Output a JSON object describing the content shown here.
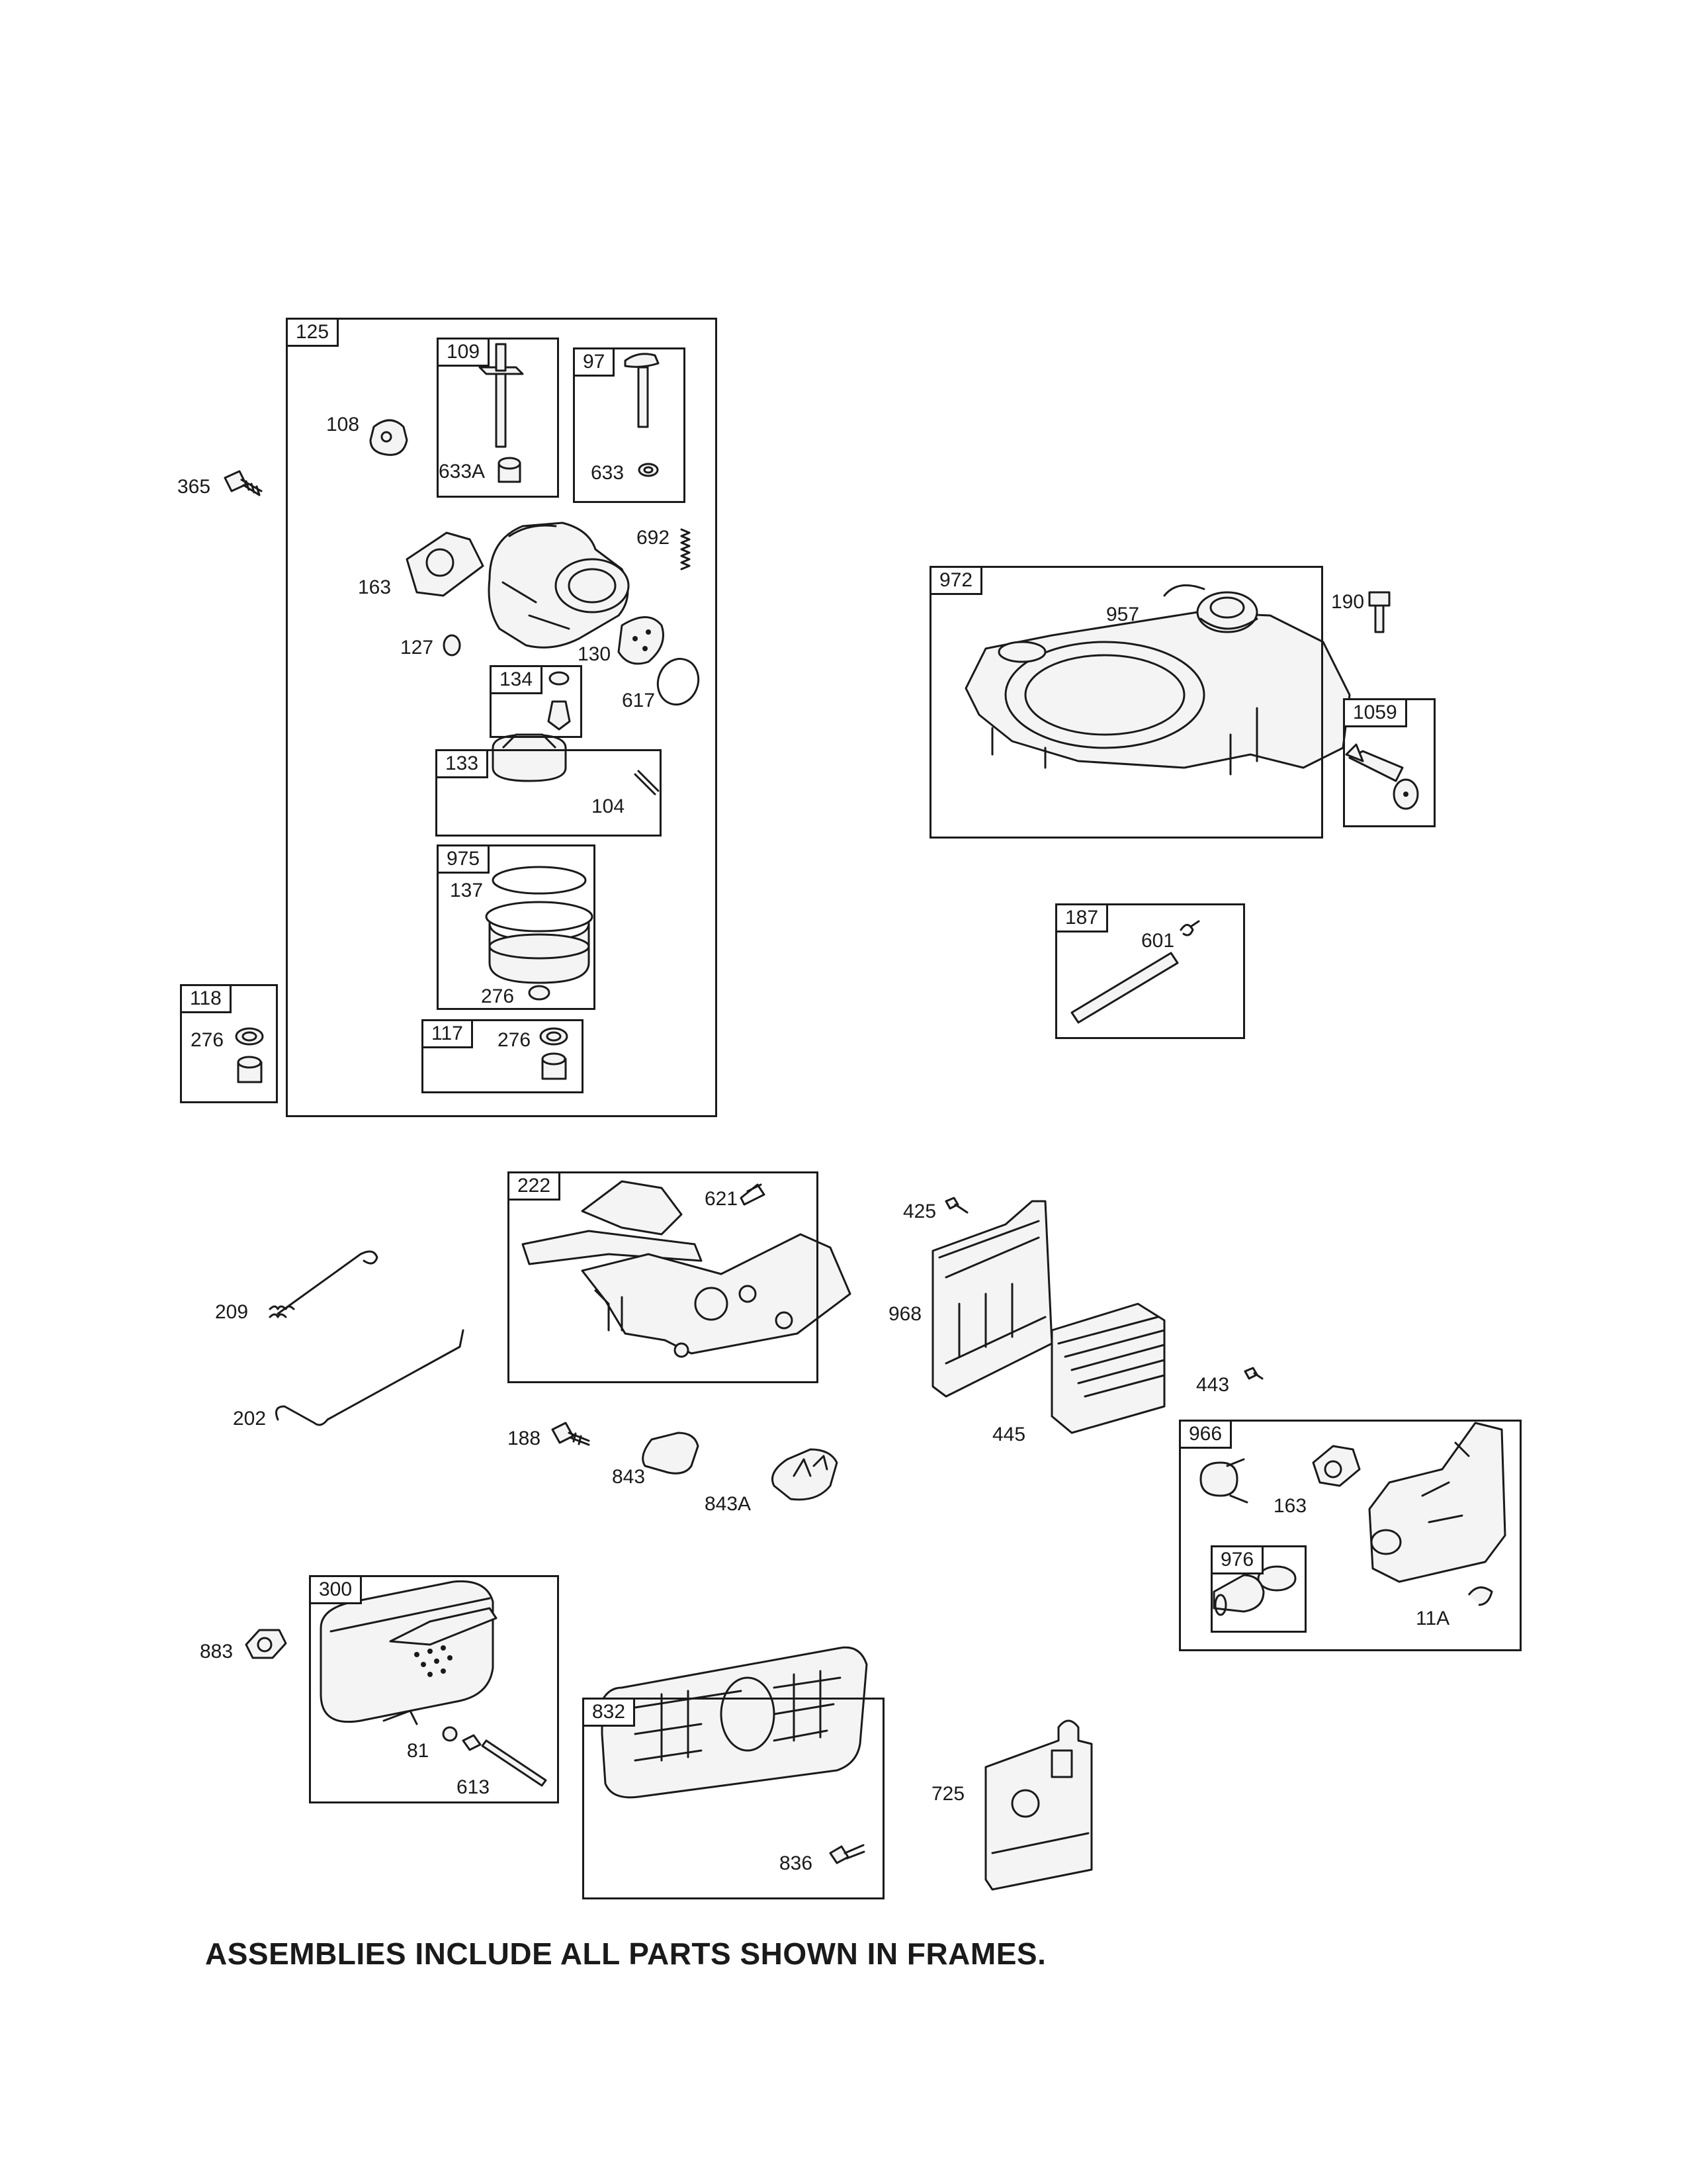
{
  "frames": {
    "f125": "125",
    "f109": "109",
    "f97": "97",
    "f134": "134",
    "f133": "133",
    "f975": "975",
    "f118": "118",
    "f117": "117",
    "f972": "972",
    "f1059": "1059",
    "f187": "187",
    "f222": "222",
    "f966": "966",
    "f976": "976",
    "f300": "300",
    "f832": "832"
  },
  "parts": {
    "p365": "365",
    "p108": "108",
    "p633A": "633A",
    "p633": "633",
    "p692": "692",
    "p163a": "163",
    "p127": "127",
    "p130": "130",
    "p617": "617",
    "p104": "104",
    "p137": "137",
    "p276a": "276",
    "p276b": "276",
    "p276c": "276",
    "p957": "957",
    "p190": "190",
    "p601": "601",
    "p621": "621",
    "p209": "209",
    "p202": "202",
    "p188": "188",
    "p843": "843",
    "p843A": "843A",
    "p425": "425",
    "p968": "968",
    "p445": "445",
    "p443": "443",
    "p163b": "163",
    "p11A": "11A",
    "p883": "883",
    "p81": "81",
    "p613": "613",
    "p725": "725",
    "p836": "836"
  },
  "footer_note": "ASSEMBLIES INCLUDE ALL PARTS SHOWN IN FRAMES."
}
